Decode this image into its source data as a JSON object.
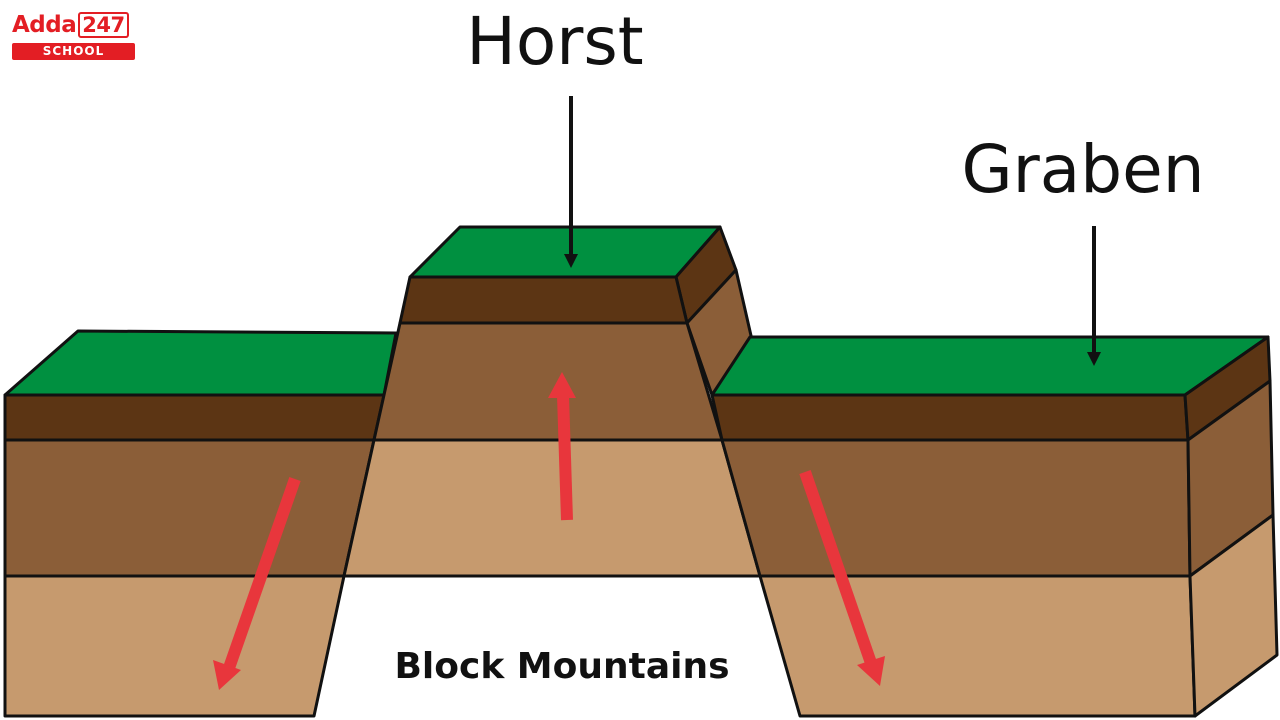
{
  "logo": {
    "brand": "Adda",
    "number": "247",
    "sub": "SCHOOL"
  },
  "labels": {
    "horst": "Horst",
    "graben": "Graben",
    "caption": "Block Mountains"
  },
  "colors": {
    "grass": "#009040",
    "dark_soil": "#5c3514",
    "mid_soil": "#8b5e38",
    "light_soil": "#c69a6e",
    "arrow": "#e8363c",
    "outline": "#111111",
    "logo_red": "#e31e24"
  }
}
